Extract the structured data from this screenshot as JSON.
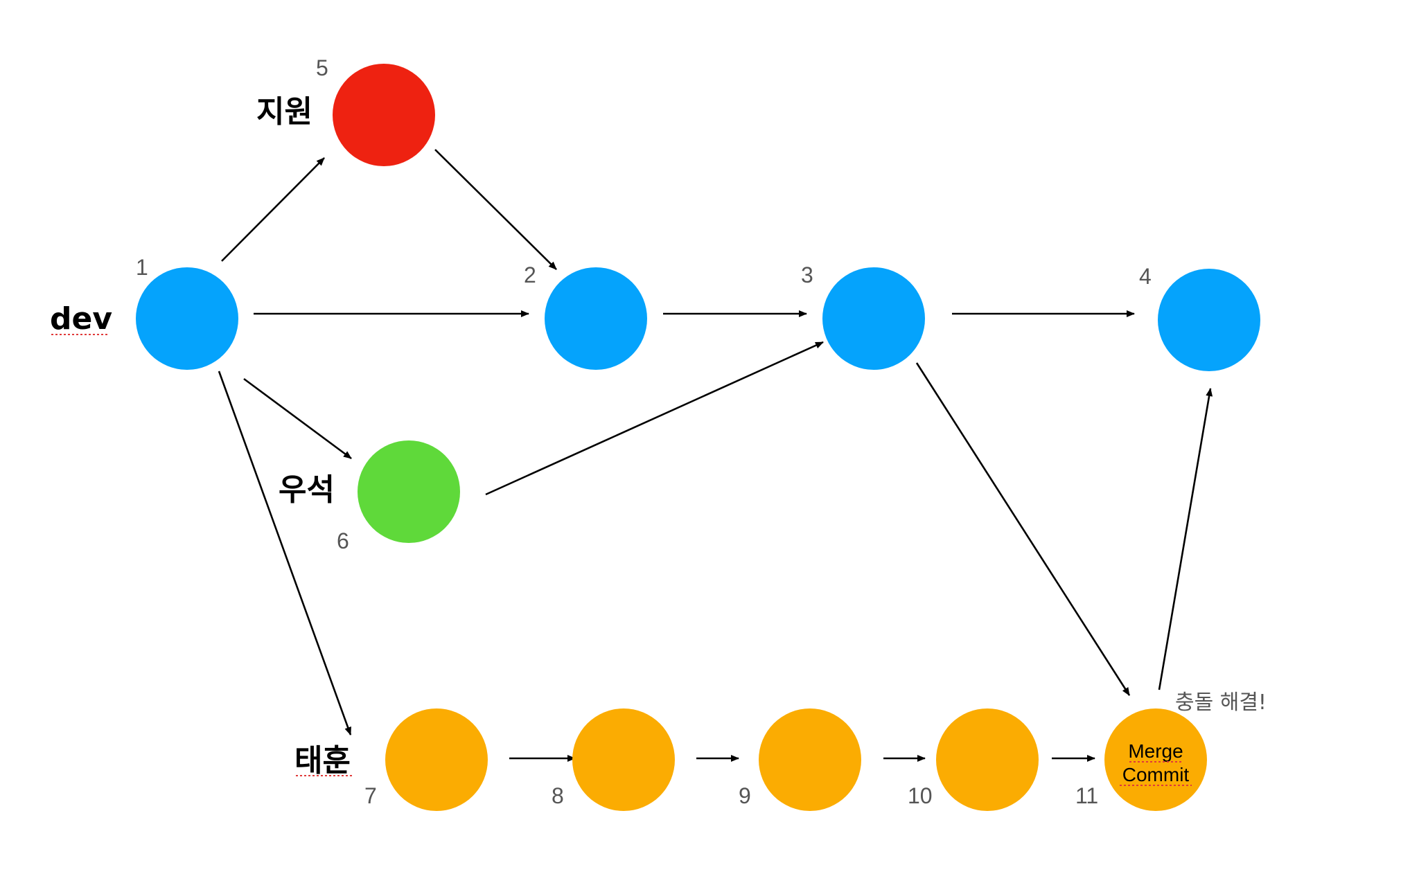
{
  "colors": {
    "dev": "#05a3fc",
    "jiwon": "#ee2211",
    "wooseok": "#5fd93a",
    "taehoon": "#fbac02",
    "arrow": "#000000"
  },
  "branches": {
    "dev": "dev",
    "jiwon": "지원",
    "wooseok": "우석",
    "taehoon": "태훈"
  },
  "nodes": [
    {
      "id": "1",
      "branch": "dev",
      "label": "1"
    },
    {
      "id": "2",
      "branch": "dev",
      "label": "2"
    },
    {
      "id": "3",
      "branch": "dev",
      "label": "3"
    },
    {
      "id": "4",
      "branch": "dev",
      "label": "4"
    },
    {
      "id": "5",
      "branch": "jiwon",
      "label": "5"
    },
    {
      "id": "6",
      "branch": "wooseok",
      "label": "6"
    },
    {
      "id": "7",
      "branch": "taehoon",
      "label": "7"
    },
    {
      "id": "8",
      "branch": "taehoon",
      "label": "8"
    },
    {
      "id": "9",
      "branch": "taehoon",
      "label": "9"
    },
    {
      "id": "10",
      "branch": "taehoon",
      "label": "10"
    },
    {
      "id": "11",
      "branch": "taehoon",
      "label": "11"
    }
  ],
  "edges": [
    {
      "from": "1",
      "to": "5"
    },
    {
      "from": "5",
      "to": "2"
    },
    {
      "from": "1",
      "to": "2"
    },
    {
      "from": "2",
      "to": "3"
    },
    {
      "from": "3",
      "to": "4"
    },
    {
      "from": "1",
      "to": "6"
    },
    {
      "from": "6",
      "to": "3"
    },
    {
      "from": "1",
      "to": "7"
    },
    {
      "from": "7",
      "to": "8"
    },
    {
      "from": "8",
      "to": "9"
    },
    {
      "from": "9",
      "to": "10"
    },
    {
      "from": "10",
      "to": "11"
    },
    {
      "from": "3",
      "to": "11"
    },
    {
      "from": "11",
      "to": "4"
    }
  ],
  "merge_commit": {
    "line1": "Merge",
    "line2": "Commit"
  },
  "note": "충돌 해결!"
}
